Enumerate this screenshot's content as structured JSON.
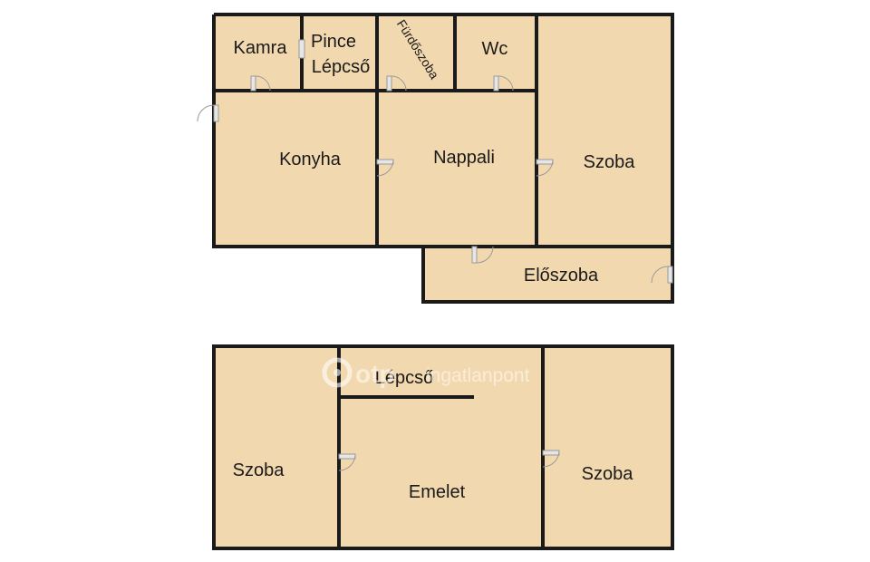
{
  "floorplan": {
    "ground_floor": {
      "rooms": {
        "kamra": "Kamra",
        "pince": "Pince",
        "lepcso": "Lépcső",
        "furdoszoba": "Fürdőszoba",
        "wc": "Wc",
        "konyha": "Konyha",
        "nappali": "Nappali",
        "szoba": "Szoba",
        "eloszoba": "Előszoba"
      }
    },
    "upper_floor": {
      "rooms": {
        "szoba_left": "Szoba",
        "lepcso": "Lépcső",
        "emelet": "Emelet",
        "szoba_right": "Szoba"
      }
    },
    "watermark": {
      "brand": "otp",
      "text": "ingatlanpont"
    },
    "colors": {
      "room_fill": "#f2d8ae",
      "wall": "#1a1a1a"
    }
  }
}
